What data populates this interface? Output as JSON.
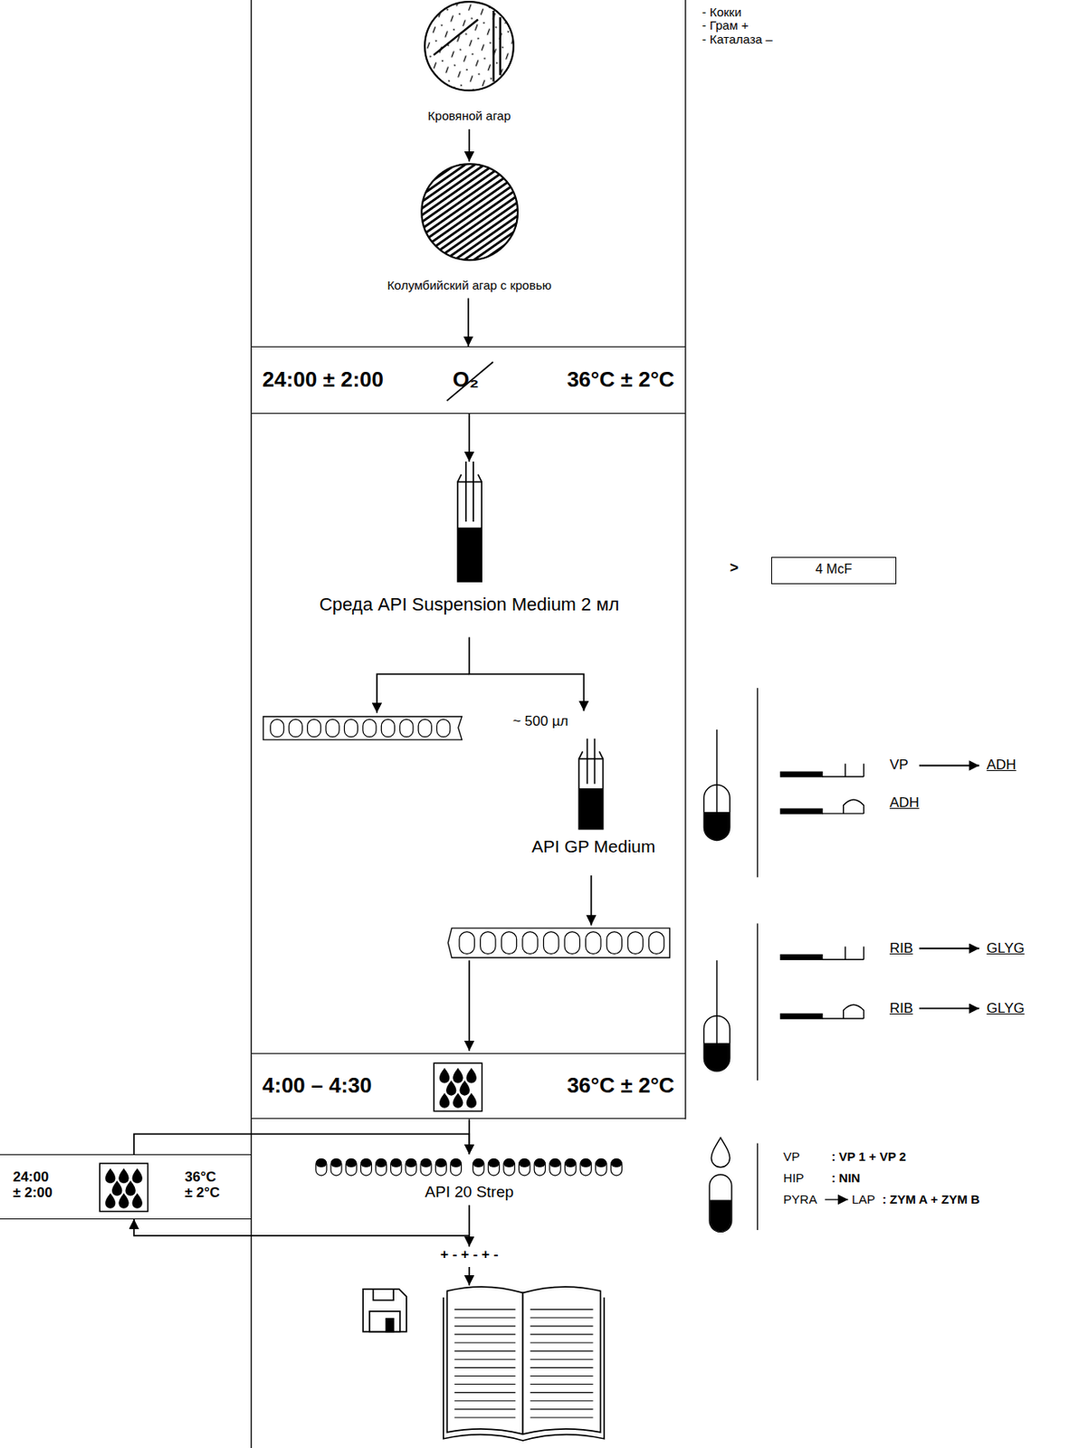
{
  "diagram": {
    "nodes": [
      {
        "text": [
          "Кровяной агар"
        ]
      },
      {
        "text": [
          "Колумбийский агар с кровью"
        ]
      },
      {
        "text": [
          "24:00 ± 2:00",
          "O₂",
          "36°C ± 2°C"
        ]
      },
      {
        "text": [
          "Среда API Suspension Medium 2 мл"
        ]
      },
      {
        "text": [
          "4 McF"
        ]
      },
      {
        "text": [
          "~ 500 µл",
          "API GP Medium"
        ]
      },
      {
        "text": [
          "4:00 – 4:30",
          "36°C ± 2°C"
        ]
      },
      {
        "text": [
          "24:00 ± 2:00",
          "36°C ± 2°C"
        ]
      },
      {
        "text": [
          "API 20 Strep"
        ]
      }
    ],
    "edges": [
      {
        "from": 0,
        "to": 1,
        "arrow": "to"
      },
      {
        "from": 1,
        "to": 2,
        "arrow": "to"
      },
      {
        "from": 2,
        "to": 3,
        "arrow": "to"
      },
      {
        "from": 3,
        "to": 5,
        "arrow": "to"
      },
      {
        "from": 6,
        "to": 8,
        "arrow": "to"
      },
      {
        "from": 8,
        "to": 7,
        "arrow": "to"
      },
      {
        "from": 7,
        "to": 8,
        "arrow": "to"
      }
    ],
    "labels": [
      "- Кокки",
      "- Грам +",
      "- Каталаза –",
      ">",
      "VP",
      "ADH",
      "ADH",
      "RIB",
      "GLYG",
      "RIB",
      "GLYG",
      "VP",
      ": VP 1 + VP 2",
      "HIP",
      ": NIN",
      "PYRA",
      "LAP",
      ": ZYM A + ZYM B",
      "+ - + - + -"
    ]
  }
}
